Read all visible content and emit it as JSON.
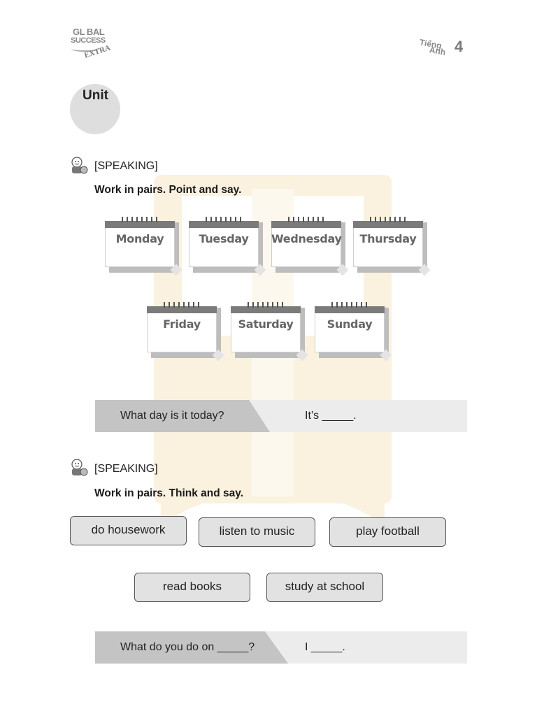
{
  "header": {
    "logo": {
      "line1": "GL  BAL",
      "line2": "SUCCESS",
      "line3": "EXTRA"
    },
    "brand": {
      "word1": "Tiếng",
      "word2": "Anh",
      "number": "4"
    },
    "unit_label": "Unit"
  },
  "section1": {
    "title": "[SPEAKING]",
    "instruction": "Work in pairs. Point and say.",
    "days_row1": [
      "Monday",
      "Tuesday",
      "Wednesday",
      "Thursday"
    ],
    "days_row2": [
      "Friday",
      "Saturday",
      "Sunday"
    ],
    "question": "What day is it today?",
    "answer": "It’s _____."
  },
  "section2": {
    "title": "[SPEAKING]",
    "instruction": "Work in pairs. Think and say.",
    "activities_row1": [
      "do housework",
      "listen to music",
      "play football"
    ],
    "activities_row2": [
      "read books",
      "study at school"
    ],
    "question": "What do you do on _____?",
    "answer": "I _____."
  },
  "colors": {
    "watermark": "#e3b13c",
    "question_bg": "#c4c4c4",
    "answer_bg": "#ececec",
    "pill_bg": "#e2e2e2"
  },
  "icons": [
    "speaking-icon",
    "calendar-icon"
  ]
}
